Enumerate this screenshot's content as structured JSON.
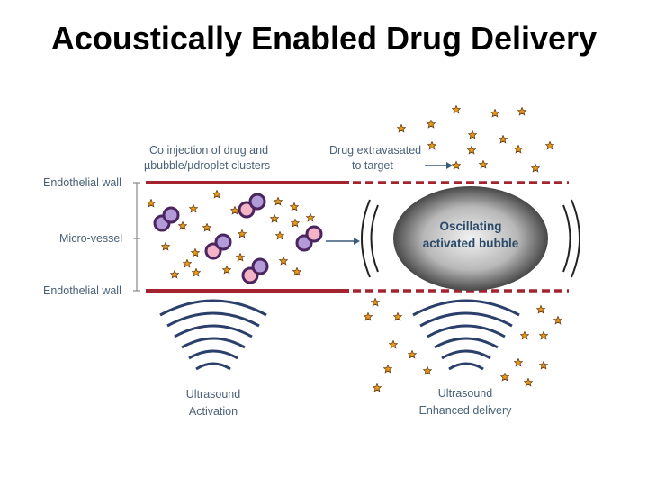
{
  "title": "Acoustically Enabled Drug Delivery",
  "labels": {
    "endothelial_wall_top": "Endothelial wall",
    "micro_vessel": "Micro-vessel",
    "endothelial_wall_bottom": "Endothelial wall",
    "co_injection_line1": "Co injection of drug and",
    "co_injection_line2": "µbubble/µdroplet clusters",
    "drug_extravasated_line1": "Drug extravasated",
    "drug_extravasated_line2": "to target",
    "oscillating_line1": "Oscillating",
    "oscillating_line2": "activated bubble",
    "ultrasound_activation_line1": "Ultrasound",
    "ultrasound_activation_line2": "Activation",
    "ultrasound_enhanced_line1": "Ultrasound",
    "ultrasound_enhanced_line2": "Enhanced delivery"
  },
  "colors": {
    "vessel_wall": "#a3232f",
    "wave": "#2b3f6b",
    "star_fill": "#e89b16",
    "star_stroke": "#6b3a10",
    "bubble_pink": "#f4b3c6",
    "bubble_purple": "#b39ad8",
    "bubble_ring": "#4a2560",
    "label": "#4a6178"
  }
}
